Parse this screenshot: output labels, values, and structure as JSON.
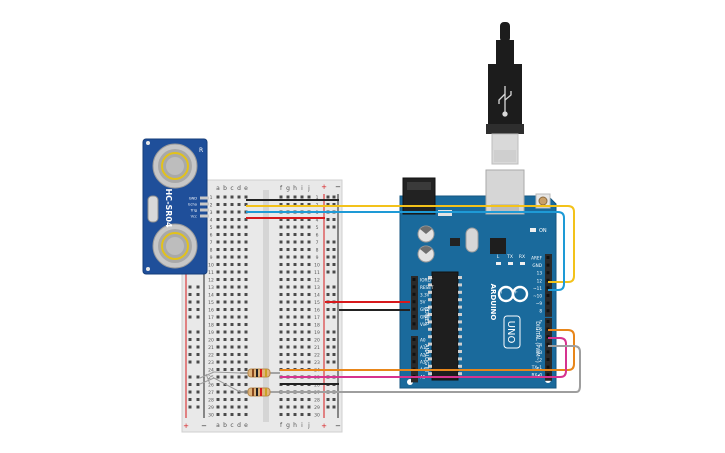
{
  "sensor": {
    "model": "HC-SR04",
    "pins": [
      "GND",
      "Echo",
      "Trig",
      "Vcc"
    ],
    "corner_mark": "R",
    "color": "#1f4f9a"
  },
  "breadboard": {
    "columns": [
      "a",
      "b",
      "c",
      "d",
      "e",
      "f",
      "g",
      "h",
      "i",
      "j"
    ],
    "rows": [
      "1",
      "2",
      "3",
      "4",
      "5",
      "6",
      "7",
      "8",
      "9",
      "10",
      "11",
      "12",
      "13",
      "14",
      "15",
      "16",
      "17",
      "18",
      "19",
      "20",
      "21",
      "22",
      "23",
      "24",
      "25",
      "26",
      "27",
      "28",
      "29",
      "30"
    ],
    "plus": "+",
    "minus": "−"
  },
  "arduino": {
    "brand": "ARDUINO",
    "model": "UNO",
    "power_header_title": "POWER",
    "power_pins": [
      "IOREF",
      "RESET",
      "3.3V",
      "5V",
      "GND",
      "GND",
      "Vin"
    ],
    "analog_header_title": "ANALOG IN",
    "analog_pins": [
      "A0",
      "A1",
      "A2",
      "A3",
      "A4",
      "A5"
    ],
    "digital_header_title": "DIGITAL (PWM~)",
    "digital_pins_top": [
      "AREF",
      "GND",
      "13",
      "12",
      "~11",
      "~10",
      "~9",
      "8"
    ],
    "digital_pins_bottom": [
      "7",
      "~6",
      "~5",
      "4",
      "~3",
      "2",
      "TX▸1",
      "RX◂0"
    ],
    "led_labels": [
      "L",
      "TX",
      "RX"
    ],
    "on_label": "ON",
    "board_color": "#1a6a9c"
  },
  "wires": {
    "colors": {
      "yellow": "#f3c21a",
      "blue": "#1e9ad6",
      "red": "#d7191c",
      "black": "#222222",
      "orange": "#e8861a",
      "magenta": "#d6338f",
      "gray": "#9e9e9e"
    }
  },
  "usb": {
    "color": "#1c1c1c"
  }
}
